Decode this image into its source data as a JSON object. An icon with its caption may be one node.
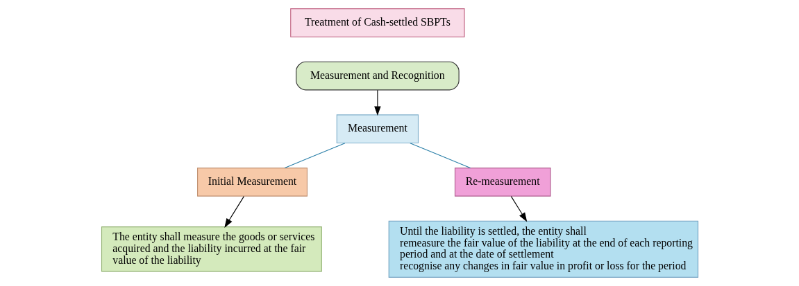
{
  "diagram": {
    "nodes": [
      {
        "text": [
          "Treatment of Cash-settled SBPTs"
        ]
      },
      {
        "text": [
          "Measurement and Recognition"
        ]
      },
      {
        "text": [
          "Measurement"
        ]
      },
      {
        "text": [
          "Initial Measurement"
        ]
      },
      {
        "text": [
          "Re-measurement"
        ]
      },
      {
        "text": [
          "The entity shall measure the goods or services acquired and the liability incurred at the fair value of the liability"
        ]
      },
      {
        "text": [
          "Until the liability is settled, the entity shall",
          "remeasure the fair value of the liability at the end of each reporting period and at the date of settlement",
          "recognise any changes in fair value in profit or loss for the period"
        ]
      }
    ],
    "edges": [
      {
        "from": 1,
        "to": 2,
        "arrow": "to"
      },
      {
        "from": 2,
        "to": 3,
        "arrow": "none",
        "color": "#2a7fa8"
      },
      {
        "from": 2,
        "to": 4,
        "arrow": "none",
        "color": "#2a7fa8"
      },
      {
        "from": 3,
        "to": 5,
        "arrow": "to"
      },
      {
        "from": 4,
        "to": 6,
        "arrow": "to"
      }
    ]
  }
}
